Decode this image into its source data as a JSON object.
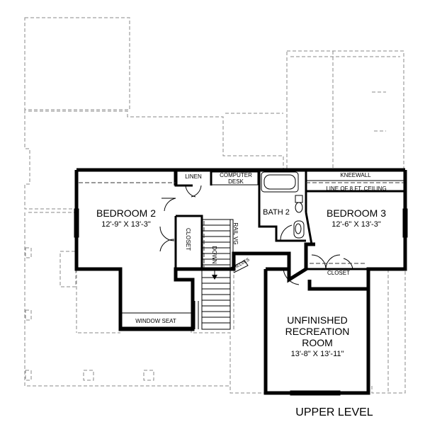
{
  "rooms": {
    "bedroom2": {
      "name": "BEDROOM 2",
      "dims": "12'-9\" X 13'-3\""
    },
    "bedroom3": {
      "name": "BEDROOM 3",
      "dims": "12'-6\" X 13'-3\""
    },
    "bath2": {
      "name": "BATH 2"
    },
    "recreation": {
      "line1": "UNFINISHED",
      "line2": "RECREATION",
      "line3": "ROOM",
      "dims": "13'-8\" X 13'-11\""
    }
  },
  "labels": {
    "linen": "LINEN",
    "computer_desk_1": "COMPUTER",
    "computer_desk_2": "DESK",
    "closet_vertical": "CLOSET",
    "closet_bed3": "CLOSET",
    "down": "DOWN",
    "rail": "RAIL VG",
    "shelves": "SHELVES",
    "window_seat": "WINDOW SEAT",
    "kneewall": "KNEEWALL",
    "ceiling_line": "LINE OF 8 FT. CEILING"
  },
  "level_title": "UPPER LEVEL"
}
